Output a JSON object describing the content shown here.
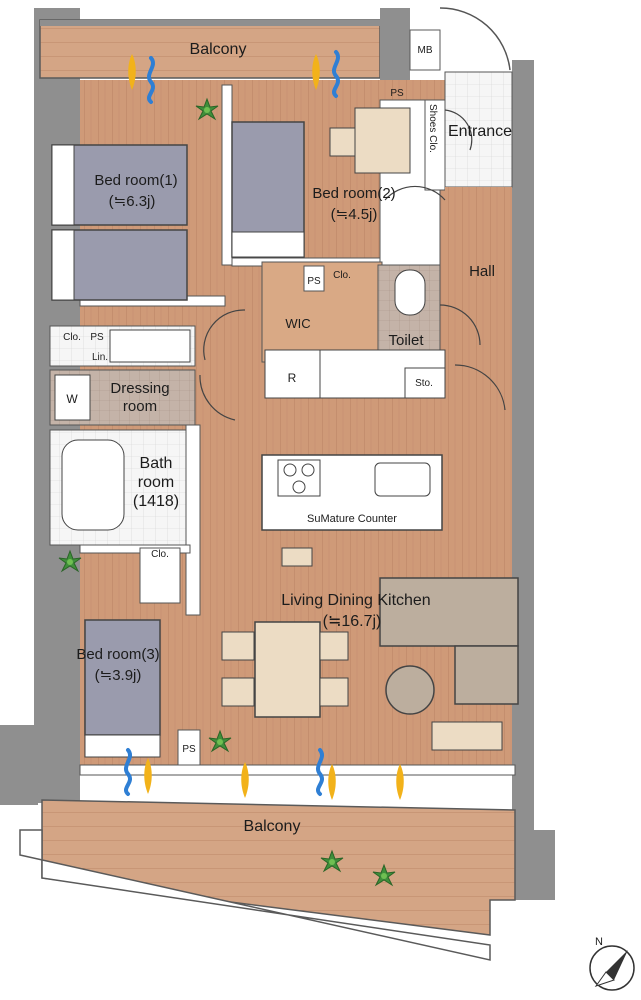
{
  "rooms": {
    "balcony_top": "Balcony",
    "mb": "MB",
    "ps_top": "PS",
    "shoes": "Shoes Clo.",
    "entrance": "Entrance",
    "bed1_name": "Bed room(1)",
    "bed1_size": "(≒6.3j)",
    "bed2_name": "Bed room(2)",
    "bed2_size": "(≒4.5j)",
    "hall": "Hall",
    "ps_mid": "PS",
    "clo_mid": "Clo.",
    "wic": "WIC",
    "toilet": "Toilet",
    "clo_left": "Clo.",
    "ps_left": "PS",
    "lin": "Lin.",
    "r": "R",
    "sto": "Sto.",
    "w": "W",
    "dressing_1": "Dressing",
    "dressing_2": "room",
    "bath_1": "Bath",
    "bath_2": "room",
    "bath_3": "(1418)",
    "counter": "SuMature Counter",
    "clo_bed3": "Clo.",
    "ldk_name": "Living Dining Kitchen",
    "ldk_size": "(≒16.7j)",
    "bed3_name": "Bed room(3)",
    "bed3_size": "(≒3.9j)",
    "ps_bottom": "PS",
    "balcony_bottom": "Balcony",
    "north": "N"
  },
  "colors": {
    "wall": "#8f8f8f",
    "floor_wood": "#cf9a78",
    "floor_tile": "#c4b3a8",
    "balcony": "#d4a585",
    "bed": "#9a9bad",
    "furniture": "#ecdcc4",
    "sofa": "#bcae9e",
    "plant": "#3f8f3a",
    "breeze_yellow": "#f2b21a",
    "breeze_blue": "#2f7fd4"
  }
}
